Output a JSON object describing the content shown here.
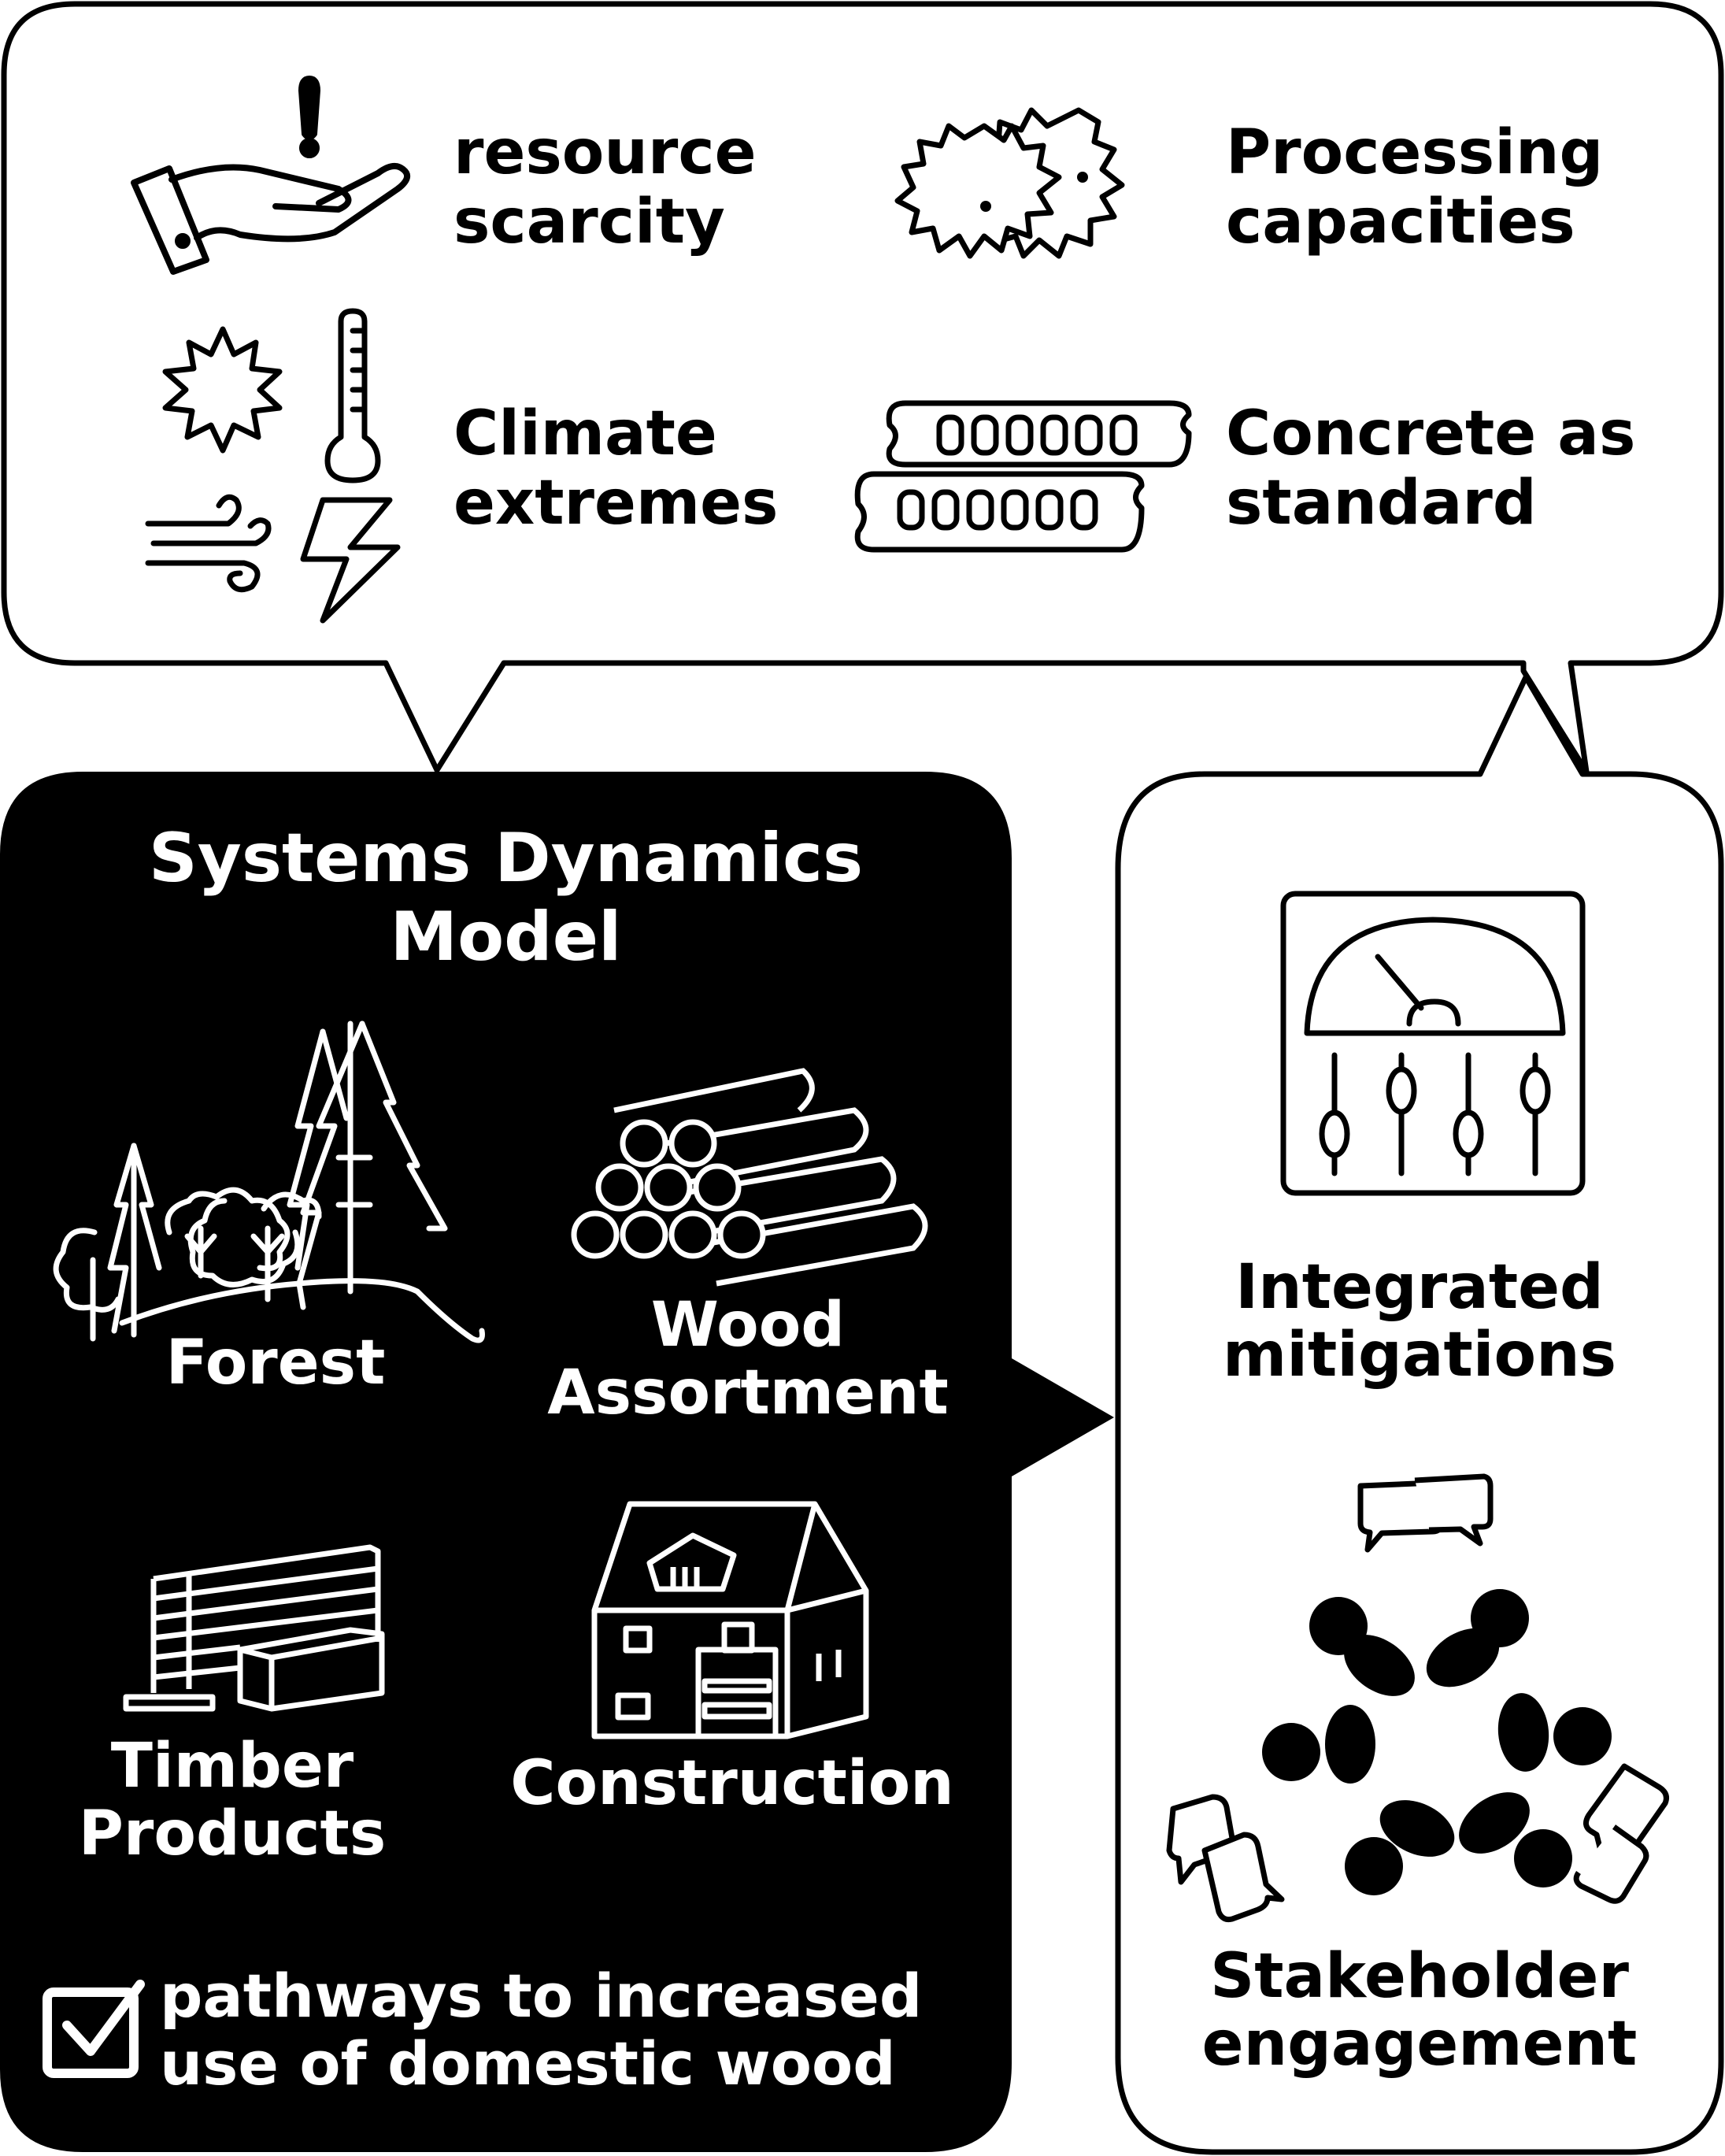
{
  "top_panel": {
    "challenges": [
      {
        "icon": "hand-icon",
        "line1": "resource",
        "line2": "scarcity"
      },
      {
        "icon": "saw-blades-icon",
        "line1": "Processing",
        "line2": "capacities"
      },
      {
        "icon": "climate-icon",
        "line1": "Climate",
        "line2": "extremes"
      },
      {
        "icon": "concrete-blocks-icon",
        "line1": "Concrete as",
        "line2": "standard"
      }
    ]
  },
  "model_panel": {
    "title_line1": "Systems Dynamics",
    "title_line2": "Model",
    "components": [
      {
        "icon": "forest-icon",
        "line1": "Forest",
        "line2": ""
      },
      {
        "icon": "log-pile-icon",
        "line1": "Wood",
        "line2": "Assortment"
      },
      {
        "icon": "timber-products-icon",
        "line1": "Timber",
        "line2": "Products"
      },
      {
        "icon": "house-icon",
        "line1": "Construction",
        "line2": ""
      }
    ],
    "outcome_line1": "pathways to increased",
    "outcome_line2": "use of domestic wood"
  },
  "right_panel": {
    "items": [
      {
        "icon": "control-panel-icon",
        "line1": "Integrated",
        "line2": "mitigations"
      },
      {
        "icon": "stakeholder-circle-icon",
        "line1": "Stakeholder",
        "line2": "engagement"
      }
    ]
  },
  "colors": {
    "ink": "#000000",
    "paper": "#ffffff"
  }
}
